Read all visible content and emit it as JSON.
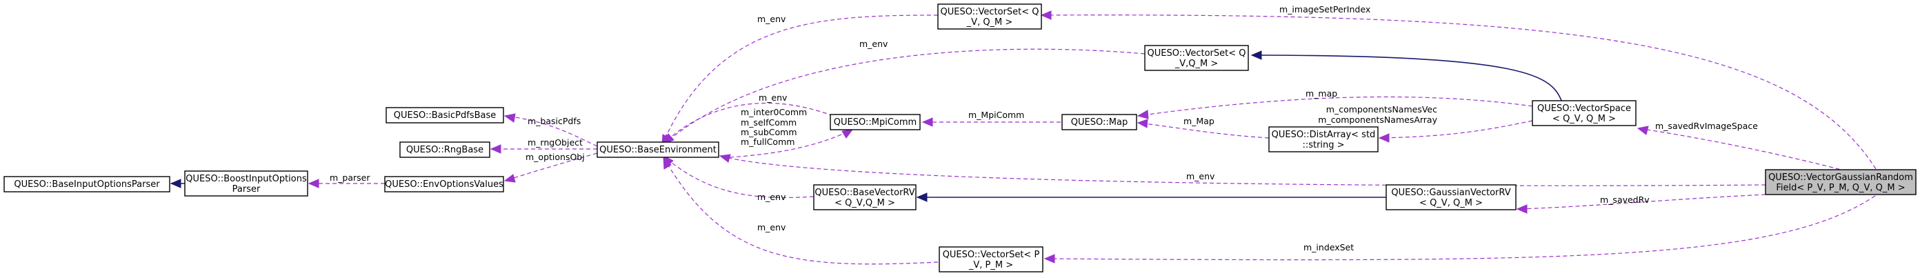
{
  "nodes": {
    "vgrf": [
      "QUESO::VectorGaussianRandom",
      "Field< P_V, P_M, Q_V, Q_M >"
    ],
    "vs_qv_top": [
      "QUESO::VectorSet< Q",
      "_V, Q_M >"
    ],
    "vs_qv": [
      "QUESO::VectorSet< Q",
      "_V,Q_M >"
    ],
    "vspace": [
      "QUESO::VectorSpace",
      "< Q_V, Q_M >"
    ],
    "map": [
      "QUESO::Map"
    ],
    "mpicomm": [
      "QUESO::MpiComm"
    ],
    "distarray": [
      "QUESO::DistArray< std",
      "::string >"
    ],
    "baseenv": [
      "QUESO::BaseEnvironment"
    ],
    "basicpdfs": [
      "QUESO::BasicPdfsBase"
    ],
    "rngbase": [
      "QUESO::RngBase"
    ],
    "envopts": [
      "QUESO::EnvOptionsValues"
    ],
    "boostparser": [
      "QUESO::BoostInputOptions",
      "Parser"
    ],
    "baseparser": [
      "QUESO::BaseInputOptionsParser"
    ],
    "basevrv": [
      "QUESO::BaseVectorRV",
      "< Q_V,Q_M >"
    ],
    "gaussvrv": [
      "QUESO::GaussianVectorRV",
      "< Q_V, Q_M >"
    ],
    "vs_pv": [
      "QUESO::VectorSet< P",
      "_V, P_M >"
    ]
  },
  "edge_labels": {
    "image_set": "m_imageSetPerIndex",
    "env_vs_top": "m_env",
    "env_vs": "m_env",
    "map_vspace": "m_map",
    "comps": [
      "m_componentsNamesVec",
      "m_componentsNamesArray"
    ],
    "m_map": "m_Map",
    "mpi_map": "m_MpiComm",
    "env_mpi": "m_env",
    "comms": [
      "m_inter0Comm",
      "m_selfComm",
      "m_subComm",
      "m_fullComm"
    ],
    "basic_pdfs": "m_basicPdfs",
    "rng": "m_rngObject",
    "options": "m_optionsObj",
    "parser": "m_parser",
    "saved_image": "m_savedRvImageSpace",
    "env_vgrf": "m_env",
    "env_basevrv": "m_env",
    "saved_rv": "m_savedRv",
    "env_vs_pv": "m_env",
    "index_set": "m_indexSet"
  },
  "colors": {
    "inheritance": "#191970",
    "member": "#9a32cd",
    "focus_fill": "#bfbfbf"
  }
}
